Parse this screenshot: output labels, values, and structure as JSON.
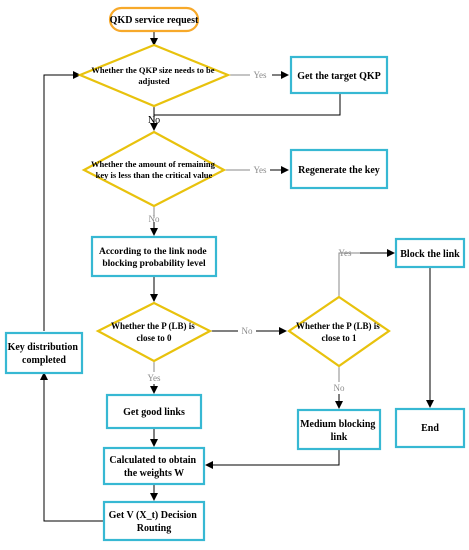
{
  "nodes": {
    "start": [
      "QKD service request"
    ],
    "q_size": [
      "Whether the QKP size needs to be",
      "adjusted"
    ],
    "target_qkp": [
      "Get the target QKP"
    ],
    "q_remaining": [
      "Whether the amount of remaining",
      "key is less than the critical value"
    ],
    "regenerate": [
      "Regenerate the key"
    ],
    "blocking_level": [
      "According to the link node",
      "blocking probability level"
    ],
    "q_close0": [
      "Whether the P (LB) is",
      "close to 0"
    ],
    "q_close1": [
      "Whether the P (LB) is",
      "close to 1"
    ],
    "block_link": [
      "Block the link"
    ],
    "key_done": [
      "Key distribution",
      "completed"
    ],
    "good_links": [
      "Get good links"
    ],
    "medium": [
      "Medium blocking",
      "link"
    ],
    "end": [
      "End"
    ],
    "weights": [
      "Calculated to obtain",
      "the weights W"
    ],
    "decision": [
      "Get V (X_t) Decision",
      "Routing"
    ]
  },
  "edges": {
    "size_yes": "Yes",
    "size_no": "No",
    "remain_yes": "Yes",
    "remain_no": "No",
    "close0_no": "No",
    "close0_yes": "Yes",
    "close1_yes": "Yes",
    "close1_no": "No"
  },
  "colors": {
    "process": "#37b8d3",
    "decision": "#e8c20d",
    "terminal": "#f7a92a",
    "edge_label": "#8a8a8a"
  }
}
